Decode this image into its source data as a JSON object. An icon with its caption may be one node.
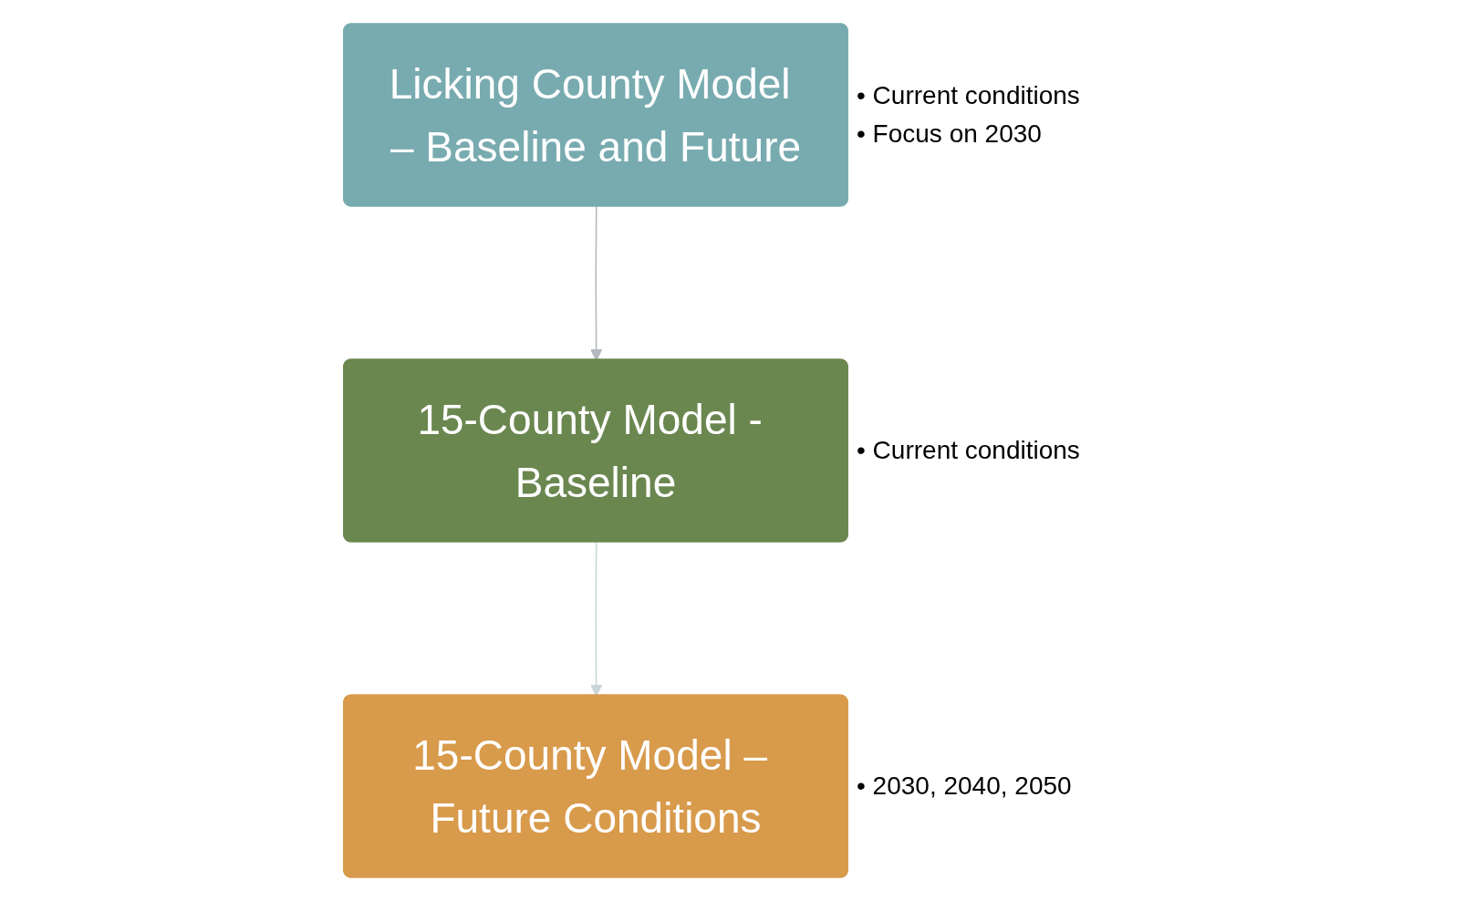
{
  "diagram": {
    "nodes": [
      {
        "text": [
          "Licking County Model – Baseline and Future"
        ],
        "beside": [
          "• Current conditions",
          "• Focus on 2030"
        ]
      },
      {
        "text": [
          "15-County Model - Baseline"
        ],
        "beside": [
          "• Current conditions"
        ]
      },
      {
        "text": [
          "15-County Model – Future Conditions"
        ],
        "beside": [
          "• 2030, 2040, 2050"
        ]
      }
    ],
    "edges": [
      {
        "from": 0,
        "to": 1,
        "arrow": "to",
        "color": "#b4b7bf"
      },
      {
        "from": 1,
        "to": 2,
        "arrow": "to",
        "color": "#c9d6d8"
      }
    ]
  }
}
